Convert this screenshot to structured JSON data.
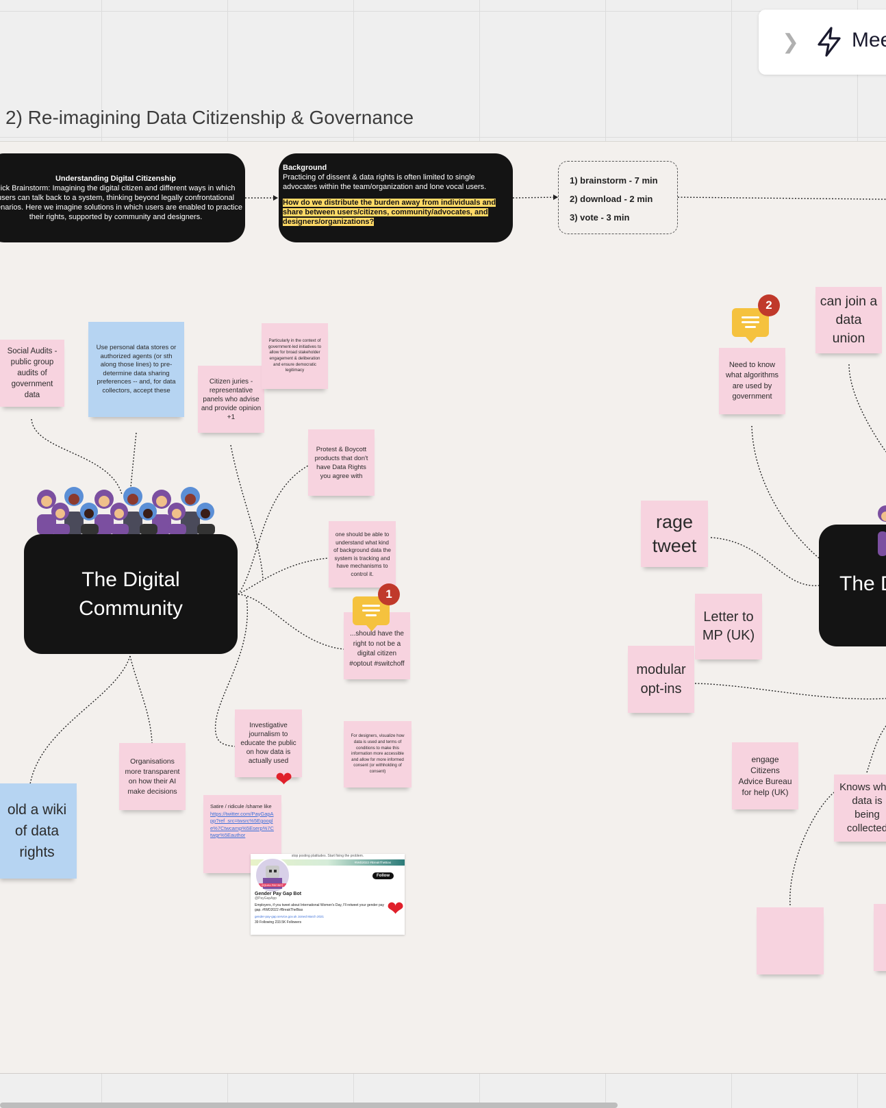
{
  "toolbar": {
    "label": "Mee",
    "chevron_icon": "chevron-right-icon",
    "bolt_icon": "lightning-bolt-icon"
  },
  "frame_title": "2) Re-imagining Data Citizenship & Governance",
  "info_understanding": {
    "heading": "Understanding Digital Citizenship",
    "body": "uick Brainstorm: Imagining the digital citizen and different ways in which users can talk back to a system, thinking beyond legally confrontational scenarios. Here we imagine solutions in which users are enabled to practice their rights, supported by community and designers."
  },
  "info_background": {
    "heading": "Background",
    "body": "Practicing of dissent & data rights is often limited to single advocates within the team/organization and lone vocal users.",
    "question": "How do we distribute the burden away from individuals and share between users/citizens, community/advocates, and designers/organizations?"
  },
  "steps": [
    "1) brainstorm - 7 min",
    "2) download - 2 min",
    "3) vote - 3 min"
  ],
  "digital_community": "The Digital Community",
  "right_block": "The D",
  "notes": {
    "social_audits": "Social Audits - public group audits of government data",
    "personal_data": "Use personal data stores or authorized agents (or sth along those lines) to pre-determine data sharing preferences -- and, for data collectors, accept these",
    "citizen_juries": "Citizen juries - representative panels who advise and provide opinion +1",
    "gov_context": "Particularly in the context of government-led initiatives to allow for broad stakeholder engagement & deliberation and ensure democratic legitimacy",
    "protest": "Protest & Boycott products that don't have Data Rights you agree with",
    "understand": "one should be able to understand what kind of background data the system is tracking and have mechanisms to control it.",
    "optout": "...should have the right to not be a digital citizen #optout #switchoff",
    "journalism": "Investigative journalism to educate the public on how data is actually used",
    "designers": "For designers, visualize how data is used and terms of conditions to make this information more accessible and allow for more informed consent (or withholding of consent)",
    "organisations": "Organisations more transparent on how their AI make decisions",
    "wiki": "old a wiki of data rights",
    "satire_text": "Satire / ridicule /shame like",
    "satire_link": "https://twitter.com/PayGapApp?ref_src=twsrc%5Egoogle%7Ctwcamp%5Eserp%7Ctwgr%5Eauthor",
    "algorithms": "Need to know what algorithms are used by government",
    "data_union": "can join a data union",
    "rage": "rage tweet",
    "letter": "Letter to MP (UK)",
    "modular": "modular opt-ins",
    "cab": "engage Citizens Advice Bureau for help (UK)",
    "knows": "Knows what data is being collected"
  },
  "comments": {
    "c1": "1",
    "c2": "2"
  },
  "tweet": {
    "top": "stop posting platitudes. Start fixing the problem.",
    "tags": "#IWD2022 #BreakTheBias",
    "follow": "Follow",
    "name": "Gender Pay Gap Bot",
    "handle": "@PayGapApp",
    "bio": "Employers, if you tweet about International Women's Day, I'll retweet your gender pay gap. #IWD2022 #BreakTheBias",
    "meta": "gender-pay-gap.service.gov.uk  Joined March 2021",
    "stats": "39 Following  233.5K Followers",
    "avatar_text": "EQUAL PAY BOT"
  },
  "colors": {
    "pink_note": "#f7d3df",
    "blue_note": "#b6d4f2",
    "dark_block": "#141414",
    "highlight": "#ffd966",
    "comment": "#f5c23e",
    "badge": "#c0392b"
  }
}
